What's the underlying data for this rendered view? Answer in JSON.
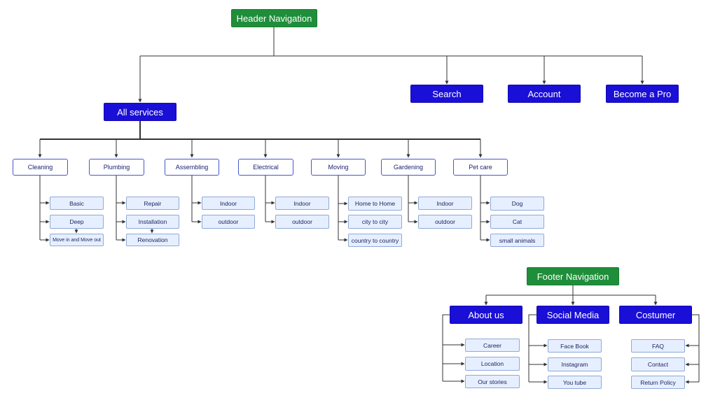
{
  "header": {
    "root": "Header Navigation",
    "all_services": "All services",
    "search": "Search",
    "account": "Account",
    "become_pro": "Become a Pro"
  },
  "services": {
    "cleaning": {
      "label": "Cleaning",
      "items": [
        "Basic",
        "Deep",
        "Move in and Move out"
      ]
    },
    "plumbing": {
      "label": "Plumbing",
      "items": [
        "Repair",
        "Installation",
        "Renovation"
      ]
    },
    "assembling": {
      "label": "Assembling",
      "items": [
        "Indoor",
        "outdoor"
      ]
    },
    "electrical": {
      "label": "Electrical",
      "items": [
        "Indoor",
        "outdoor"
      ]
    },
    "moving": {
      "label": "Moving",
      "items": [
        "Home to Home",
        "city to city",
        "country to country"
      ]
    },
    "gardening": {
      "label": "Gardening",
      "items": [
        "Indoor",
        "outdoor"
      ]
    },
    "petcare": {
      "label": "Pet care",
      "items": [
        "Dog",
        "Cat",
        "small animals"
      ]
    }
  },
  "footer": {
    "root": "Footer Navigation",
    "about": {
      "label": "About us",
      "items": [
        "Career",
        "Location",
        "Our stories"
      ]
    },
    "social": {
      "label": "Social Media",
      "items": [
        "Face Book",
        "Instagram",
        "You tube"
      ]
    },
    "costumer": {
      "label": "Costumer",
      "items": [
        "FAQ",
        "Contact",
        "Return Policy"
      ]
    }
  },
  "colors": {
    "green": "#1f8e3a",
    "blue": "#1a0fd6",
    "category_border": "#4a56c8",
    "leaf_fill": "#e6efff",
    "line": "#333333"
  }
}
